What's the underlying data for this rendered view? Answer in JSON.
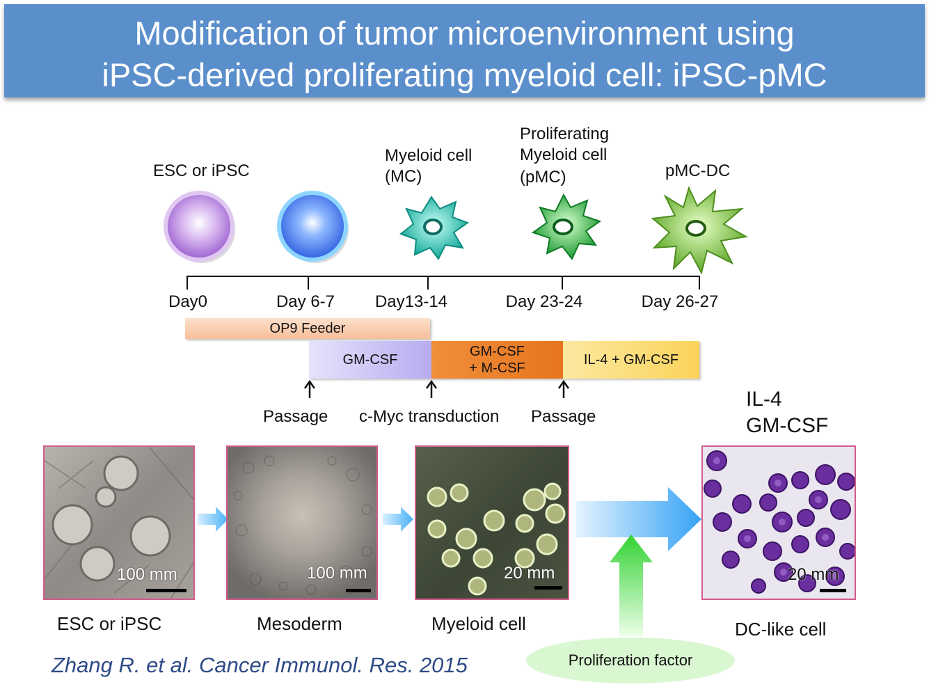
{
  "title": {
    "line1": "Modification of tumor microenvironment using",
    "line2": "iPSC-derived proliferating myeloid cell: iPSC-pMC"
  },
  "stages": {
    "esc": "ESC or iPSC",
    "mc_line1": "Myeloid cell",
    "mc_line2": "(MC)",
    "pmc_line1": "Proliferating",
    "pmc_line2": "Myeloid cell",
    "pmc_line3": "(pMC)",
    "pmcdc": "pMC-DC"
  },
  "timeline": {
    "days": [
      "Day0",
      "Day 6-7",
      "Day13-14",
      "Day 23-24",
      "Day 26-27"
    ]
  },
  "bars": {
    "op9": "OP9 Feeder",
    "gmcsf": "GM-CSF",
    "gm_m_line1": "GM-CSF",
    "gm_m_line2": "+ M-CSF",
    "il4_gm": "IL-4 + GM-CSF"
  },
  "events": {
    "passage1": "Passage",
    "cmyc": "c-Myc transduction",
    "passage2": "Passage"
  },
  "photos": {
    "scale1": "100 mm",
    "scale2": "100 mm",
    "scale3": "20 mm",
    "scale4": "20 mm",
    "caption1": "ESC or iPSC",
    "caption2": "Mesoderm",
    "caption3": "Myeloid cell",
    "caption4": "DC-like cell"
  },
  "il4_label": {
    "line1": "IL-4",
    "line2": "GM-CSF"
  },
  "proliferation_factor": "Proliferation factor",
  "citation": "Zhang R. et al. Cancer Immunol. Res. 2015",
  "colors": {
    "title_bg": "#5b8fcc",
    "op9_bar": "#f9c9a8",
    "gmcsf_bar": "#bfb6f2",
    "gm_m_bar": "#ee7f28",
    "il4_bar": "#fbd868",
    "arrow_blue": "#3aa8f5",
    "arrow_green": "#3fd63f",
    "photo_border": "#d25c8c",
    "citation": "#2e4b87"
  }
}
